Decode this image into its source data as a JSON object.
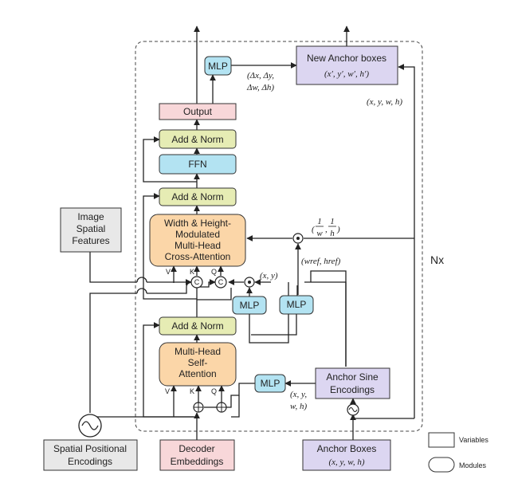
{
  "colors": {
    "pink": "#f8d7d9",
    "green": "#e6ecb4",
    "blue": "#b3e3f2",
    "orange": "#fbd6a8",
    "purple": "#dcd6f1",
    "gray": "#e8e8e8",
    "stroke": "#333333"
  },
  "blocks": {
    "new_anchor_title": "New Anchor boxes",
    "new_anchor_math": "(x′, y′, w′, h′)",
    "mlp": "MLP",
    "output": "Output",
    "add_norm": "Add & Norm",
    "ffn": "FFN",
    "cross_attention": [
      "Width & Height-",
      "Modulated",
      "Multi-Head",
      "Cross-Attention"
    ],
    "self_attention": [
      "Multi-Head",
      "Self-",
      "Attention"
    ],
    "image_features": [
      "Image",
      "Spatial",
      "Features"
    ],
    "spatial_pos": [
      "Spatial Positional",
      "Encodings"
    ],
    "decoder_emb": [
      "Decoder",
      "Embeddings"
    ],
    "anchor_sine": [
      "Anchor Sine",
      "Encodings"
    ],
    "anchor_boxes_title": "Anchor Boxes",
    "anchor_boxes_math": "(x, y, w, h)"
  },
  "annotations": {
    "delta_line1": "(Δx, Δy,",
    "delta_line2": "Δw, Δh)",
    "xywh_right": "(x, y, w, h)",
    "one_over_w": "1",
    "w": "w",
    "one_over_h": "1",
    "h": "h",
    "wref_href": "(wref, href)",
    "xy": "(x, y)",
    "xywh_small_1": "(x, y,",
    "xywh_small_2": "w, h)",
    "nx": "Nx",
    "v1": "V",
    "k1": "K",
    "q1": "Q",
    "v2": "V",
    "k2": "K",
    "q2": "Q",
    "concat": "C"
  },
  "legend": {
    "variables": "Variables",
    "modules": "Modules"
  }
}
